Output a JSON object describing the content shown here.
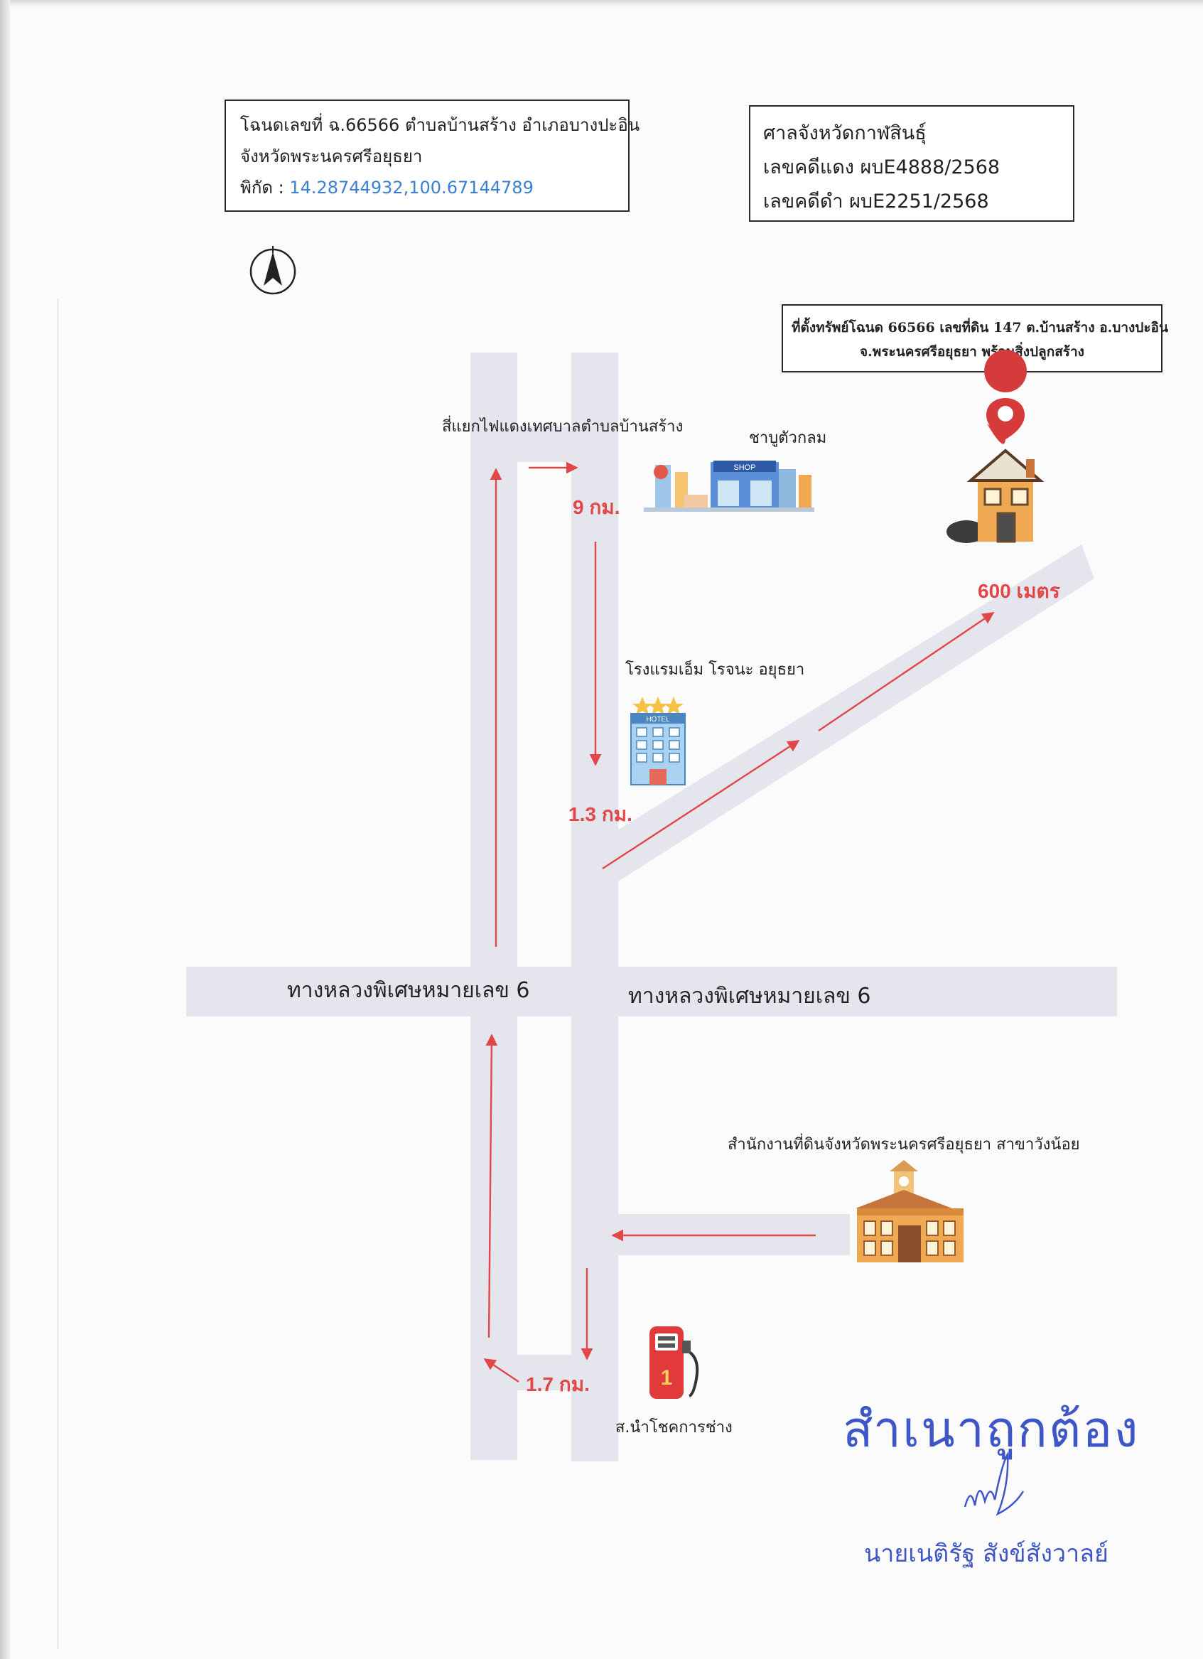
{
  "header_left": {
    "line1": "โฉนดเลขที่ ฉ.66566 ตำบลบ้านสร้าง อำเภอบางปะอิน",
    "line2": "จังหวัดพระนครศรีอยุธยา",
    "coord_label": "พิกัด :",
    "coord_value": "14.28744932,100.67144789"
  },
  "header_right": {
    "court": "ศาลจังหวัดกาฬสินธุ์",
    "red_case": "เลขคดีแดง ผบE4888/2568",
    "black_case": "เลขคดีดำ ผบE2251/2568"
  },
  "property_box": {
    "line1": "ที่ตั้งทรัพย์โฉนด 66566 เลขที่ดิน 147 ต.บ้านสร้าง อ.บางปะอิน",
    "line2": "จ.พระนครศรีอยุธยา พร้อมสิ่งปลูกสร้าง"
  },
  "landmarks": {
    "intersection": "สี่แยกไฟแดงเทศบาลตำบลบ้านสร้าง",
    "shabu": "ชาบูตัวกลม",
    "hotel": "โรงแรมเอ็ม โรจนะ อยุธยา",
    "land_office": "สำนักงานที่ดินจังหวัดพระนครศรีอยุธยา สาขาวังน้อย",
    "gas_station": "ส.นำโชคการช่าง"
  },
  "icon_text": {
    "shop_sign": "SHOP",
    "hotel_sign": "HOTEL",
    "pump_number": "1"
  },
  "roads": {
    "left": "ทางหลวงพิเศษหมายเลข 6",
    "right": "ทางหลวงพิเศษหมายเลข 6"
  },
  "distances": {
    "d1": "9 กม.",
    "d2": "1.3 กม.",
    "d3": "600 เมตร",
    "d4": "1.7 กม."
  },
  "stamp": {
    "text": "สำเนาถูกต้อง",
    "signer": "นายเนติรัฐ  สังข์สังวาลย์"
  },
  "colors": {
    "road": "#e5e5ee",
    "arrow": "#e24646",
    "stamp": "#3f56c6",
    "pin": "#d63b3b"
  },
  "icons": [
    "north-arrow-icon",
    "location-pin-icon",
    "house-icon",
    "shop-icon",
    "hotel-icon",
    "government-building-icon",
    "fuel-pump-icon"
  ]
}
